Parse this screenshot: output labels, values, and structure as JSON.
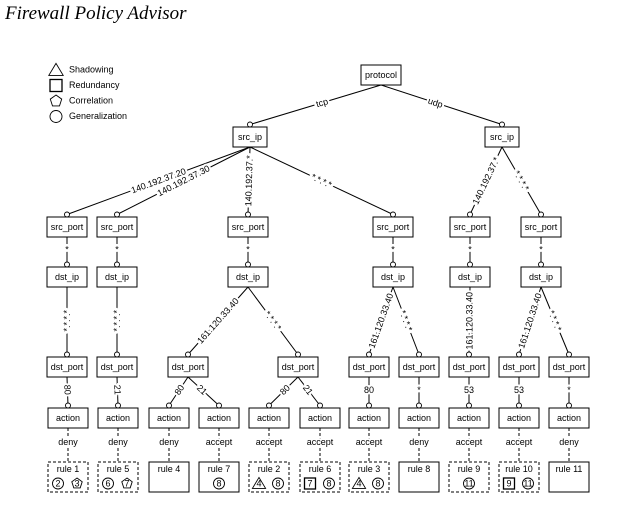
{
  "title": "Firewall Policy Advisor",
  "legend": [
    {
      "shape": "triangle",
      "label": "Shadowing"
    },
    {
      "shape": "square",
      "label": "Redundancy"
    },
    {
      "shape": "pentagon",
      "label": "Correlation"
    },
    {
      "shape": "circle",
      "label": "Generalization"
    }
  ],
  "nodes": [
    {
      "id": "P",
      "label": "protocol"
    },
    {
      "id": "S1",
      "label": "src_ip"
    },
    {
      "id": "S2",
      "label": "src_ip"
    },
    {
      "id": "sp1",
      "label": "src_port"
    },
    {
      "id": "sp2",
      "label": "src_port"
    },
    {
      "id": "sp3",
      "label": "src_port"
    },
    {
      "id": "sp4",
      "label": "src_port"
    },
    {
      "id": "sp5",
      "label": "src_port"
    },
    {
      "id": "sp6",
      "label": "src_port"
    },
    {
      "id": "di1",
      "label": "dst_ip"
    },
    {
      "id": "di2",
      "label": "dst_ip"
    },
    {
      "id": "di3",
      "label": "dst_ip"
    },
    {
      "id": "di4",
      "label": "dst_ip"
    },
    {
      "id": "di5",
      "label": "dst_ip"
    },
    {
      "id": "di6",
      "label": "dst_ip"
    },
    {
      "id": "dp1",
      "label": "dst_port"
    },
    {
      "id": "dp2",
      "label": "dst_port"
    },
    {
      "id": "dp3",
      "label": "dst_port"
    },
    {
      "id": "dp4",
      "label": "dst_port"
    },
    {
      "id": "dp5",
      "label": "dst_port"
    },
    {
      "id": "dp6",
      "label": "dst_port"
    },
    {
      "id": "dp7",
      "label": "dst_port"
    },
    {
      "id": "dp8",
      "label": "dst_port"
    },
    {
      "id": "dp9",
      "label": "dst_port"
    },
    {
      "id": "a1",
      "label": "action"
    },
    {
      "id": "a2",
      "label": "action"
    },
    {
      "id": "a3",
      "label": "action"
    },
    {
      "id": "a4",
      "label": "action"
    },
    {
      "id": "a5",
      "label": "action"
    },
    {
      "id": "a6",
      "label": "action"
    },
    {
      "id": "a7",
      "label": "action"
    },
    {
      "id": "a8",
      "label": "action"
    },
    {
      "id": "a9",
      "label": "action"
    },
    {
      "id": "a10",
      "label": "action"
    },
    {
      "id": "a11",
      "label": "action"
    }
  ],
  "edges": [
    {
      "from": "P",
      "to": "S1",
      "label": "tcp"
    },
    {
      "from": "P",
      "to": "S2",
      "label": "udp"
    },
    {
      "from": "S1",
      "to": "sp1",
      "label": "140.192.37.20"
    },
    {
      "from": "S1",
      "to": "sp2",
      "label": "140.192.37.30"
    },
    {
      "from": "S1",
      "to": "sp3",
      "label": "140.192.37.*"
    },
    {
      "from": "S1",
      "to": "sp4",
      "label": "*.*.*.*"
    },
    {
      "from": "S2",
      "to": "sp5",
      "label": "140.192.37.*"
    },
    {
      "from": "S2",
      "to": "sp6",
      "label": "*.*.*.*"
    },
    {
      "from": "sp1",
      "to": "di1",
      "label": "*"
    },
    {
      "from": "sp2",
      "to": "di2",
      "label": "*"
    },
    {
      "from": "sp3",
      "to": "di3",
      "label": "*"
    },
    {
      "from": "sp4",
      "to": "di4",
      "label": "*"
    },
    {
      "from": "sp5",
      "to": "di5",
      "label": "*"
    },
    {
      "from": "sp6",
      "to": "di6",
      "label": "*"
    },
    {
      "from": "di1",
      "to": "dp1",
      "label": "*.*.*.*"
    },
    {
      "from": "di2",
      "to": "dp2",
      "label": "*.*.*.*"
    },
    {
      "from": "di3",
      "to": "dp3",
      "label": "161.120.33.40"
    },
    {
      "from": "di3",
      "to": "dp4",
      "label": "*.*.*.*"
    },
    {
      "from": "di4",
      "to": "dp5",
      "label": "161.120.33.40"
    },
    {
      "from": "di4",
      "to": "dp6",
      "label": "*.*.*.*"
    },
    {
      "from": "di5",
      "to": "dp7",
      "label": "161.120.33.40"
    },
    {
      "from": "di6",
      "to": "dp8",
      "label": "161.120.33.40"
    },
    {
      "from": "di6",
      "to": "dp9",
      "label": "*.*.*.*"
    },
    {
      "from": "dp1",
      "to": "a1",
      "label": "80"
    },
    {
      "from": "dp2",
      "to": "a2",
      "label": "21"
    },
    {
      "from": "dp3",
      "to": "a3",
      "label": "80"
    },
    {
      "from": "dp3",
      "to": "a4",
      "label": "21"
    },
    {
      "from": "dp4",
      "to": "a5",
      "label": "80"
    },
    {
      "from": "dp4",
      "to": "a6",
      "label": "21"
    },
    {
      "from": "dp5",
      "to": "a7",
      "label": "80"
    },
    {
      "from": "dp6",
      "to": "a8",
      "label": "*"
    },
    {
      "from": "dp7",
      "to": "a9",
      "label": "53"
    },
    {
      "from": "dp8",
      "to": "a10",
      "label": "53"
    },
    {
      "from": "dp9",
      "to": "a11",
      "label": "*"
    }
  ],
  "rules": [
    {
      "action": "a1",
      "decision": "deny",
      "label": "rule 1",
      "dashed": true,
      "marks": [
        {
          "shape": "circle",
          "num": "2"
        },
        {
          "shape": "pentagon",
          "num": "3"
        }
      ]
    },
    {
      "action": "a2",
      "decision": "deny",
      "label": "rule 5",
      "dashed": true,
      "marks": [
        {
          "shape": "circle",
          "num": "6"
        },
        {
          "shape": "pentagon",
          "num": "7"
        }
      ]
    },
    {
      "action": "a3",
      "decision": "deny",
      "label": "rule 4",
      "dashed": false,
      "marks": []
    },
    {
      "action": "a4",
      "decision": "accept",
      "label": "rule 7",
      "dashed": false,
      "marks": [
        {
          "shape": "circle",
          "num": "8"
        }
      ]
    },
    {
      "action": "a5",
      "decision": "accept",
      "label": "rule 2",
      "dashed": true,
      "marks": [
        {
          "shape": "triangle",
          "num": "4"
        },
        {
          "shape": "circle",
          "num": "8"
        }
      ]
    },
    {
      "action": "a6",
      "decision": "accept",
      "label": "rule 6",
      "dashed": true,
      "marks": [
        {
          "shape": "square",
          "num": "7"
        },
        {
          "shape": "circle",
          "num": "8"
        }
      ]
    },
    {
      "action": "a7",
      "decision": "accept",
      "label": "rule 3",
      "dashed": true,
      "marks": [
        {
          "shape": "triangle",
          "num": "4"
        },
        {
          "shape": "circle",
          "num": "8"
        }
      ]
    },
    {
      "action": "a8",
      "decision": "deny",
      "label": "rule 8",
      "dashed": false,
      "marks": []
    },
    {
      "action": "a9",
      "decision": "accept",
      "label": "rule 9",
      "dashed": true,
      "marks": [
        {
          "shape": "circle",
          "num": "11"
        }
      ]
    },
    {
      "action": "a10",
      "decision": "accept",
      "label": "rule 10",
      "dashed": true,
      "marks": [
        {
          "shape": "square",
          "num": "9"
        },
        {
          "shape": "circle",
          "num": "11"
        }
      ]
    },
    {
      "action": "a11",
      "decision": "deny",
      "label": "rule 11",
      "dashed": false,
      "marks": []
    }
  ]
}
